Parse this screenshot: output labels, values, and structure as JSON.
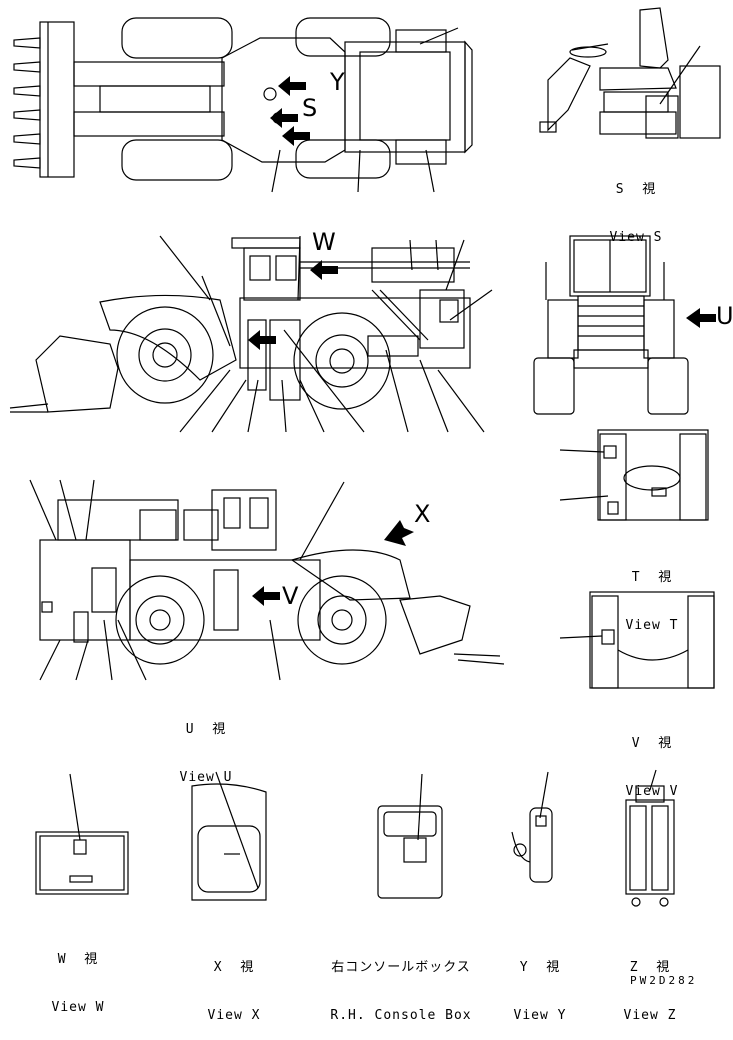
{
  "letters": {
    "s": "S",
    "y": "Y",
    "w": "W",
    "u": "U",
    "x": "X",
    "v": "V"
  },
  "views": {
    "s": {
      "jp": "S  視",
      "en": "View S"
    },
    "t": {
      "jp": "T  視",
      "en": "View T"
    },
    "u": {
      "jp": "U  視",
      "en": "View U"
    },
    "v": {
      "jp": "V  視",
      "en": "View V"
    },
    "w": {
      "jp": "W  視",
      "en": "View W"
    },
    "x": {
      "jp": "X  視",
      "en": "View X"
    },
    "console": {
      "jp": "右コンソールボックス",
      "en": "R.H. Console Box"
    },
    "y": {
      "jp": "Y  視",
      "en": "View Y"
    },
    "z": {
      "jp": "Z  視",
      "en": "View Z"
    }
  },
  "drawing_code": "PW2D282"
}
